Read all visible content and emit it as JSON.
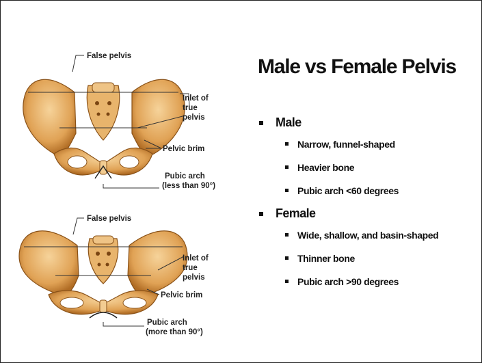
{
  "slide": {
    "title": "Male vs Female Pelvis",
    "bullets": [
      {
        "label": "Male",
        "items": [
          "Narrow, funnel-shaped",
          "Heavier bone",
          "Pubic arch <60 degrees"
        ]
      },
      {
        "label": "Female",
        "items": [
          "Wide, shallow, and basin-shaped",
          "Thinner bone",
          "Pubic arch >90 degrees"
        ]
      }
    ]
  },
  "figures": {
    "male": {
      "false_pelvis": "False pelvis",
      "inlet": [
        "Inlet of",
        "true",
        "pelvis"
      ],
      "pelvic_brim": "Pelvic brim",
      "pubic_arch": [
        "Pubic arch",
        "(less than 90°)"
      ]
    },
    "female": {
      "false_pelvis": "False pelvis",
      "inlet": [
        "Inlet of",
        "true",
        "pelvis"
      ],
      "pelvic_brim": "Pelvic brim",
      "pubic_arch": [
        "Pubic arch",
        "(more than 90°)"
      ]
    }
  },
  "colors": {
    "bone": "#E0A255",
    "bone_dark": "#A8651F",
    "bone_light": "#F6D39A"
  }
}
